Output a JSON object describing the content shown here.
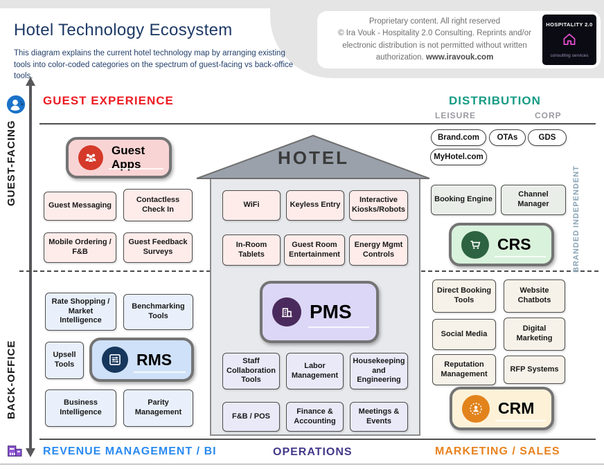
{
  "header": {
    "title": "Hotel Technology Ecosystem",
    "subtitle": "This diagram explains the current hotel technology map by arranging existing tools into color-coded categories on the spectrum of guest-facing vs back-office tools.",
    "copyright": {
      "line1": "Proprietary content. All right reserved",
      "line2": "© Ira Vouk - Hospitality 2.0 Consulting. Reprints and/or",
      "line3": "electronic distribution is not permitted without written",
      "line4_prefix": "authorization. ",
      "website": "www.iravouk.com"
    },
    "logo": {
      "name": "HOSPITALITY 2.0",
      "tagline": "consulting services",
      "icon": "neon-house-icon"
    }
  },
  "axis": {
    "guest_facing": "GUEST-FACING",
    "back_office": "BACK-OFFICE",
    "top_icon": "guest-user-icon",
    "bottom_icon": "office-buildings-icon"
  },
  "sections": {
    "guest_experience": {
      "label": "GUEST EXPERIENCE",
      "color": "#ed1c24"
    },
    "distribution": {
      "label": "DISTRIBUTION",
      "color": "#169b84"
    },
    "revenue_bi": {
      "label": "REVENUE MANAGEMENT / BI",
      "color": "#2a8af0"
    },
    "operations": {
      "label": "OPERATIONS",
      "color": "#413a8a"
    },
    "marketing_sales": {
      "label": "MARKETING / SALES",
      "color": "#e8821e"
    },
    "leisure": "LEISURE",
    "corp": "CORP",
    "independent": "INDEPENDENT",
    "branded": "BRANDED"
  },
  "hotel": {
    "label": "HOTEL"
  },
  "systems": {
    "guest_apps": {
      "label": "Guest Apps",
      "icon": "people-icon",
      "accent": "#d5392a",
      "fill": "#f9d4d4"
    },
    "pms": {
      "label": "PMS",
      "icon": "building-icon",
      "accent": "#4a2a5c",
      "fill": "#dcd7f6"
    },
    "rms": {
      "label": "RMS",
      "icon": "sliders-icon",
      "accent": "#16365c",
      "fill": "#cfe1f8"
    },
    "crs": {
      "label": "CRS",
      "icon": "cart-icon",
      "accent": "#2d6340",
      "fill": "#d9f2dc"
    },
    "crm": {
      "label": "CRM",
      "icon": "contact-icon",
      "accent": "#e2831c",
      "fill": "#fdf2d8"
    }
  },
  "boxes": {
    "guest_left": [
      "Guest Messaging",
      "Contactless Check In",
      "Mobile Ordering / F&B",
      "Guest Feedback Surveys"
    ],
    "house_guest": [
      "WiFi",
      "Keyless Entry",
      "Interactive Kiosks/Robots",
      "In-Room Tablets",
      "Guest Room Entertainment",
      "Energy Mgmt Controls"
    ],
    "house_operations": [
      "Staff Collaboration Tools",
      "Labor Management",
      "Housekeeping and Engineering",
      "F&B / POS",
      "Finance & Accounting",
      "Meetings & Events"
    ],
    "revenue_bi": [
      "Rate Shopping / Market Intelligence",
      "Benchmarking Tools",
      "Upsell Tools",
      "Business Intelligence",
      "Parity Management"
    ],
    "distribution_pills": [
      "Brand.com",
      "OTAs",
      "GDS",
      "MyHotel.com"
    ],
    "distribution_tools": [
      "Booking Engine",
      "Channel Manager"
    ],
    "marketing_tools": [
      "Direct Booking Tools",
      "Website Chatbots",
      "Social Media",
      "Digital Marketing",
      "Reputation Management",
      "RFP Systems"
    ]
  }
}
